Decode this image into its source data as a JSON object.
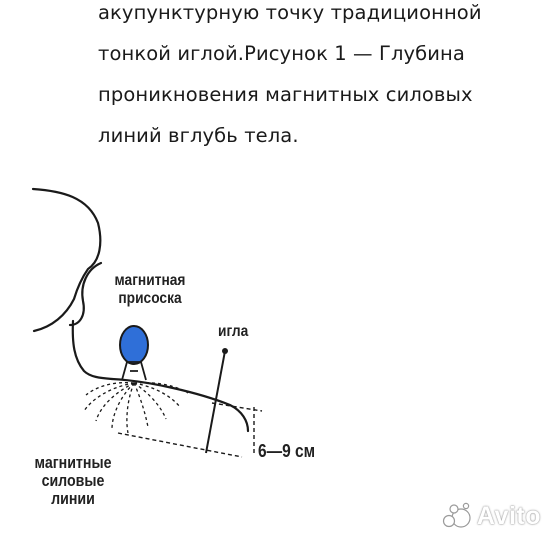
{
  "text_lines": [
    "акупунктурную точку традиционной",
    "тонкой иглой.Рисунок 1 — Глубина",
    "проникновения магнитных силовых",
    "линий вглубь тела."
  ],
  "figure": {
    "label_suction": [
      "магнитная",
      "присоска"
    ],
    "label_needle": "игла",
    "label_depth": "6—9 см",
    "label_lines": [
      "магнитные",
      "силовые",
      "линии"
    ],
    "colors": {
      "suction_cup": "#2f6fd8",
      "line": "#1a1a1a"
    }
  },
  "watermark": {
    "text": "Avito",
    "icon": "avito-logo-icon"
  }
}
